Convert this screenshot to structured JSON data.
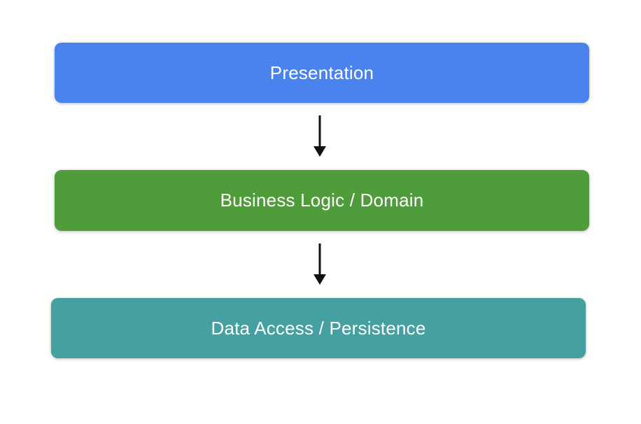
{
  "diagram": {
    "background": "#ffffff",
    "layers": [
      {
        "label": "Presentation",
        "color": "#4a82ee",
        "text_color": "#ffffff"
      },
      {
        "label": "Business Logic / Domain",
        "color": "#4f9d3a",
        "text_color": "#ffffff"
      },
      {
        "label": "Data Access / Persistence",
        "color": "#45a0a1",
        "text_color": "#ffffff"
      }
    ],
    "connectors": [
      {
        "from": 0,
        "to": 1,
        "type": "arrow-down",
        "color": "#111111"
      },
      {
        "from": 1,
        "to": 2,
        "type": "arrow-down",
        "color": "#111111"
      }
    ]
  }
}
